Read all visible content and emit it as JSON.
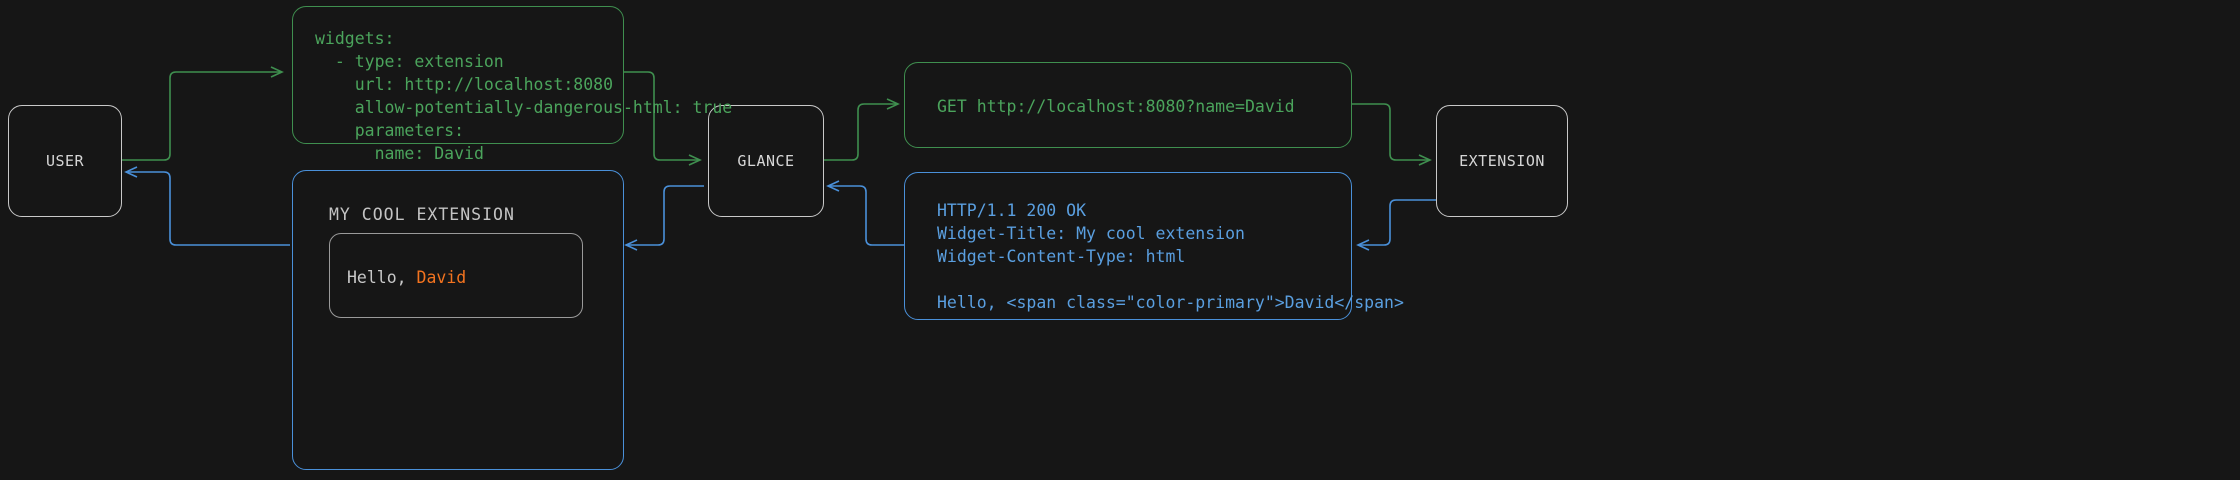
{
  "diagram": {
    "background_color": "#161616",
    "request_color": "#4ba45c",
    "response_color": "#5a9fe0",
    "node_color": "#d6d6d6",
    "accent_color": "#f2731f",
    "nodes": {
      "user": "USER",
      "glance": "GLANCE",
      "extension": "EXTENSION"
    },
    "config_box": {
      "lines": [
        "widgets:",
        "  - type: extension",
        "    url: http://localhost:8080",
        "    allow-potentially-dangerous-html: true",
        "    parameters:",
        "      name: David"
      ]
    },
    "request_box": {
      "lines": [
        "GET http://localhost:8080?name=David"
      ]
    },
    "response_box": {
      "lines": [
        "HTTP/1.1 200 OK",
        "Widget-Title: My cool extension",
        "Widget-Content-Type: html",
        "",
        "Hello, <span class=\"color-primary\">David</span>"
      ]
    },
    "widget_box": {
      "title": "MY COOL EXTENSION",
      "card_text_plain": "Hello, ",
      "card_text_accent": "David"
    }
  }
}
